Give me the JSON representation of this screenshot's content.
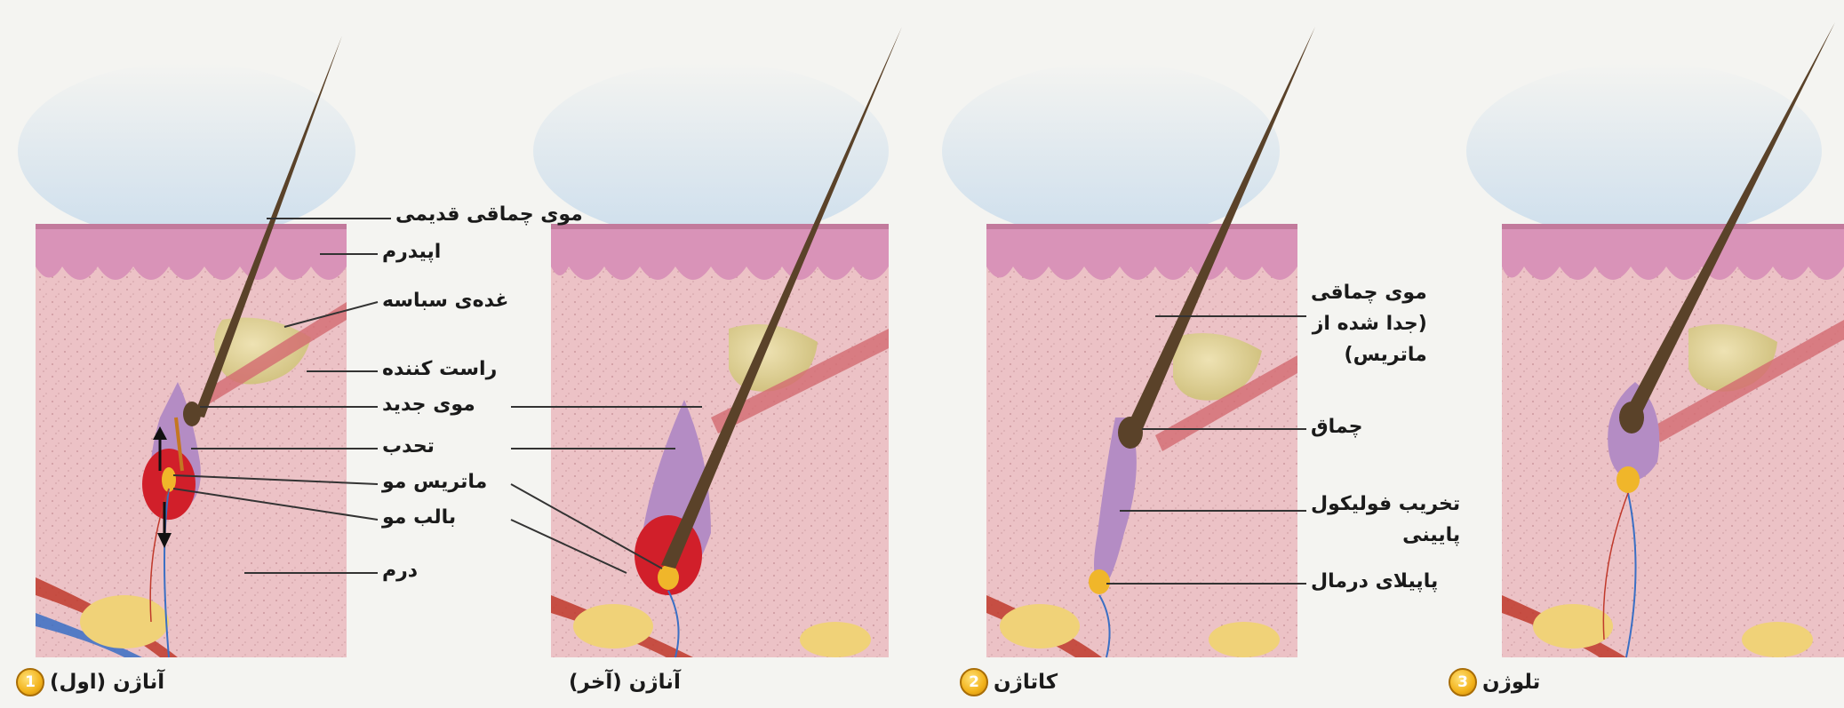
{
  "labels": {
    "old_club_hair": "موی چماقی قدیمی",
    "epidermis": "اپیدرم",
    "sebaceous_gland": "غده‌ی سباسه",
    "arrector_muscle": "راست کننده",
    "new_hair": "موی جدید",
    "bulge": "تحدب",
    "hair_matrix": "ماتریس مو",
    "hair_bulb": "بالب مو",
    "dermis": "درم",
    "club_hair_detached": "موی چماقی\n(جدا شده از\nماتریس)",
    "club": "چماق",
    "lower_follicle_destruction": "تخریب فولیکول\nپایینی",
    "dermal_papilla": "پاپیلای درمال"
  },
  "captions": [
    {
      "text": "آناژن (اول)",
      "badge": "1"
    },
    {
      "text": "آناژن (آخر)",
      "badge": ""
    },
    {
      "text": "کاتاژن",
      "badge": "2"
    },
    {
      "text": "تلوژن",
      "badge": "3"
    }
  ],
  "colors": {
    "sky": "#c9dcec",
    "dermis": "#ecc2c6",
    "epidermis": "#d993b8",
    "hair": "#5a4229",
    "follicle": "#b48cc4",
    "sebaceous": "#e2d49a",
    "muscle": "#d36a70",
    "fat": "#f0d278",
    "artery": "#c0392b",
    "vein": "#3a6fc4",
    "bulb_red": "#d11f2a",
    "papilla": "#f0b62a"
  }
}
